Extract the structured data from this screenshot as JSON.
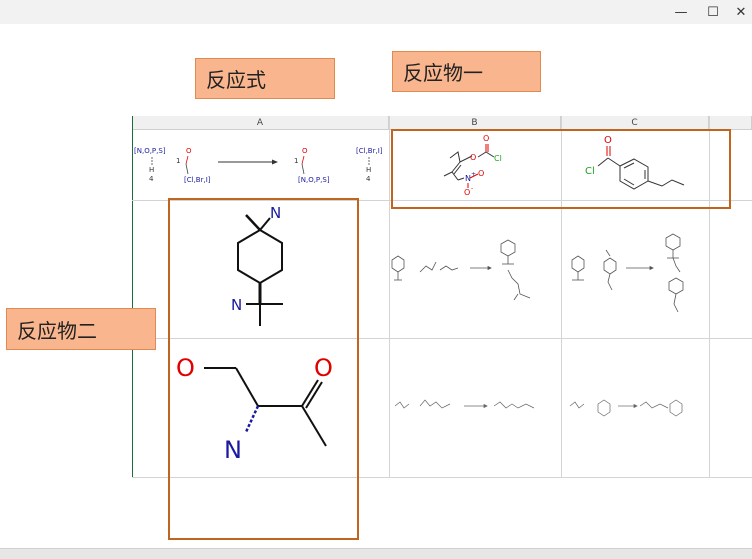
{
  "window": {
    "minimize_icon": "—",
    "maximize_icon": "☐",
    "close_icon": "✕"
  },
  "labels": {
    "reaction_formula": "反应式",
    "reactant_one": "反应物一",
    "reactant_two": "反应物二"
  },
  "sheet": {
    "columns": [
      "A",
      "B",
      "C"
    ]
  },
  "molecules": {
    "template": {
      "left_group": "[N,O,P,S]",
      "left_h": "H",
      "left_count": "4",
      "left_num": "1",
      "left_halogen": "[Cl,Br,I]",
      "right_num": "1",
      "right_group": "[N,O,P,S]",
      "right_halogen": "[Cl,Br,I]",
      "right_h": "H",
      "right_count": "4",
      "atom_o": "O"
    },
    "b1": {
      "o1": "O",
      "o2": "O",
      "cl": "Cl",
      "n": "N",
      "o3": "O",
      "plus": "+",
      "minus": "-"
    },
    "c1": {
      "o": "O",
      "cl": "Cl"
    },
    "a2": {
      "n1": "N",
      "n2": "N"
    },
    "a3": {
      "o1": "O",
      "o2": "O",
      "n": "N"
    }
  },
  "colors": {
    "frame": "#c0651f",
    "label_bg": "#f9b58d",
    "nitrogen": "#1a1aa0",
    "oxygen": "#e00000",
    "chlorine": "#20a020"
  }
}
